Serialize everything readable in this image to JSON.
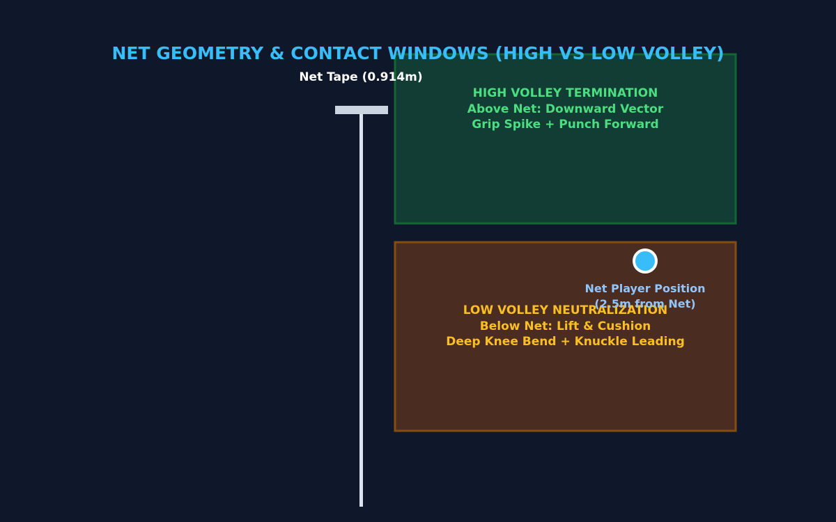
{
  "title": "NET GEOMETRY & CONTACT WINDOWS (HIGH VS LOW VOLLEY)",
  "net": {
    "tape_label": "Net Tape (0.914m)"
  },
  "zones": {
    "high": {
      "title": "HIGH VOLLEY TERMINATION",
      "line1": "Above Net: Downward Vector",
      "line2": "Grip Spike + Punch Forward"
    },
    "low": {
      "title": "LOW VOLLEY NEUTRALIZATION",
      "line1": "Below Net: Lift & Cushion",
      "line2": "Deep Knee Bend + Knuckle Leading"
    }
  },
  "player": {
    "label_line1": "Net Player Position",
    "label_line2": "(2.5m from Net)"
  },
  "colors": {
    "background": "#0f172a",
    "title": "#38bdf8",
    "net": "#cbd5e1",
    "high_zone_fill": "#123d34",
    "high_zone_stroke": "#166534",
    "high_zone_text": "#4ade80",
    "low_zone_fill": "#4a2c20",
    "low_zone_stroke": "#854d0e",
    "low_zone_text": "#fbbf24",
    "player_fill": "#38bdf8",
    "player_label": "#93c5fd"
  }
}
